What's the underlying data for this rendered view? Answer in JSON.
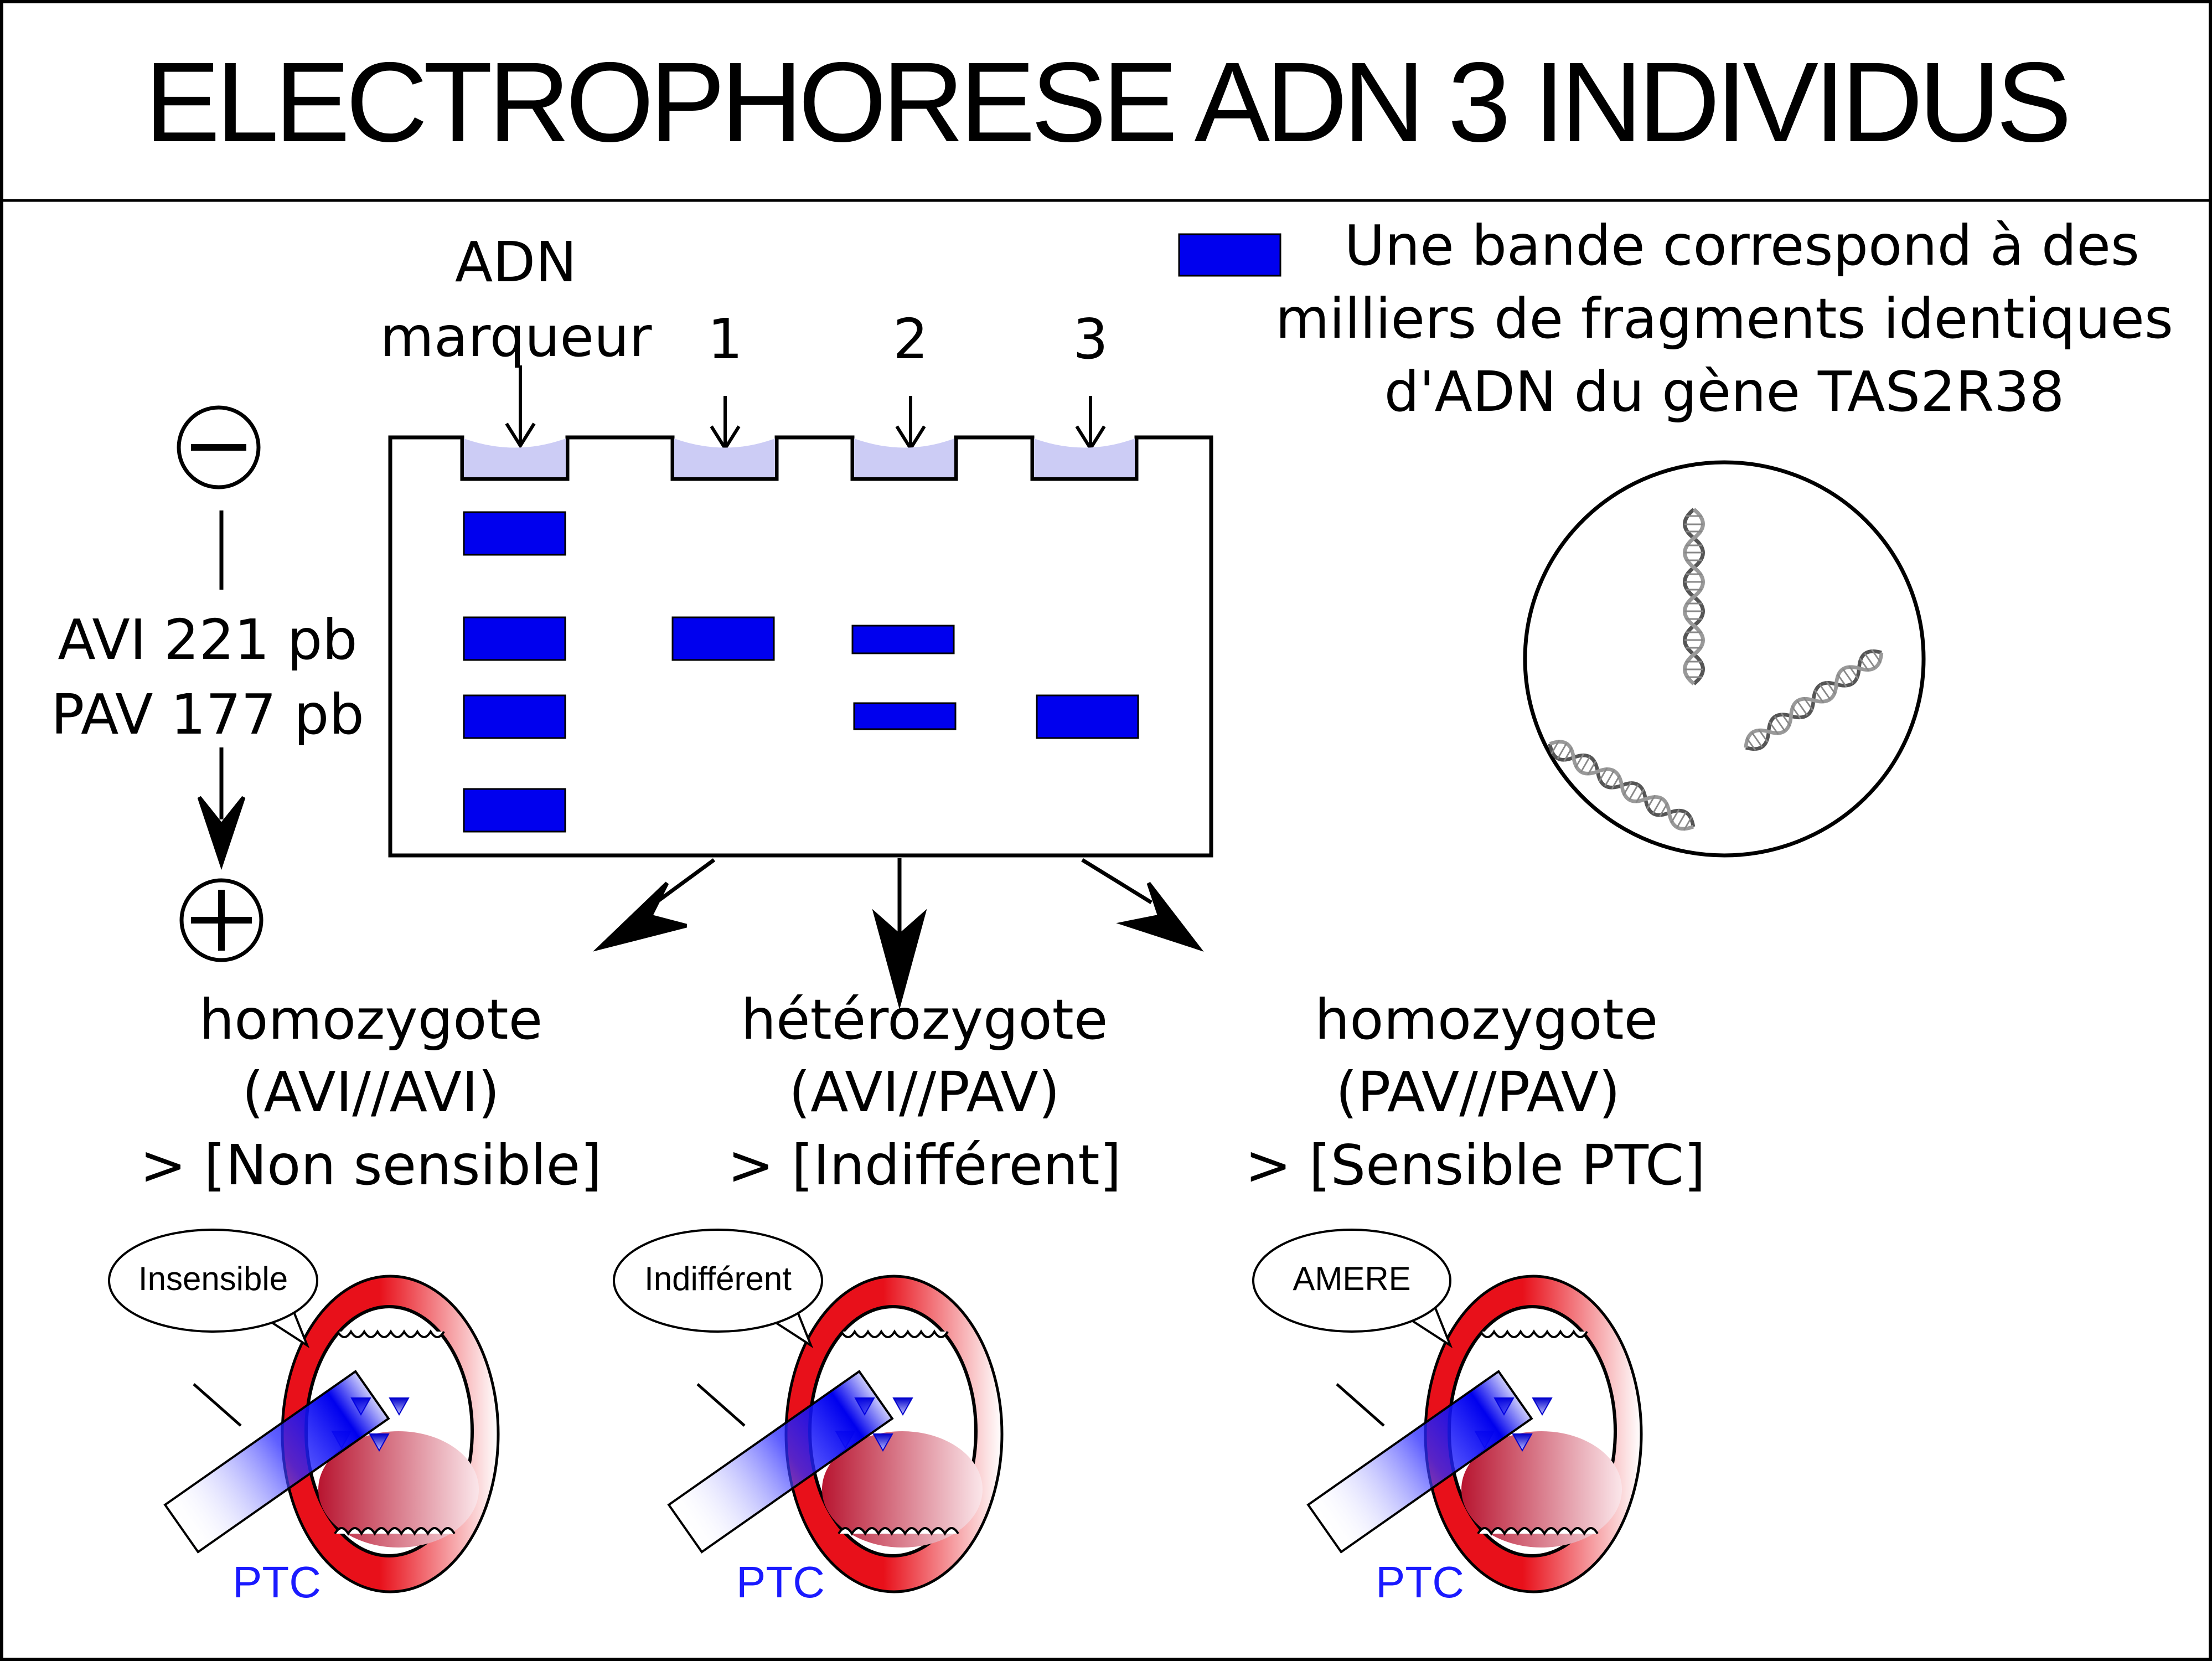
{
  "title": "ELECTROPHORESE ADN 3 INDIVIDUS",
  "legend": {
    "swatch_color": "#0000ee",
    "lines": [
      "Une bande correspond à des",
      "milliers de fragments identiques",
      "d'ADN du gène TAS2R38"
    ]
  },
  "gel": {
    "marker_label": [
      "ADN",
      "marqueur"
    ],
    "lane_labels": [
      "1",
      "2",
      "3"
    ],
    "well_color": "#ccccf5",
    "band_color": "#0000ee",
    "lanes": [
      {
        "id": "marqueur",
        "bands": [
          "top",
          "221",
          "177",
          "bottom"
        ]
      },
      {
        "id": "1",
        "bands": [
          "221"
        ]
      },
      {
        "id": "2",
        "bands": [
          "221",
          "177"
        ]
      },
      {
        "id": "3",
        "bands": [
          "177"
        ]
      }
    ]
  },
  "electrodes": {
    "negative": "−",
    "positive": "+"
  },
  "size_labels": [
    "AVI 221 pb",
    "PAV 177 pb"
  ],
  "genotypes": [
    {
      "lines": [
        "homozygote",
        "(AVI//AVI)",
        "> [Non sensible]"
      ],
      "bubble": "Insensible",
      "stick_label": "PTC"
    },
    {
      "lines": [
        "hétérozygote",
        "(AVI//PAV)",
        "> [Indifférent]"
      ],
      "bubble": "Indifférent",
      "stick_label": "PTC"
    },
    {
      "lines": [
        "homozygote",
        "(PAV//PAV)",
        "> [Sensible PTC]"
      ],
      "bubble": "AMERE",
      "stick_label": "PTC"
    }
  ],
  "colors": {
    "accent_blue": "#0000ee",
    "lip_red": "#e8101a",
    "ptc_text": "#1a1aff"
  },
  "icons": [
    "dna-helix-icon",
    "mouth-icon",
    "ptc-strip-icon",
    "speech-bubble-icon"
  ]
}
